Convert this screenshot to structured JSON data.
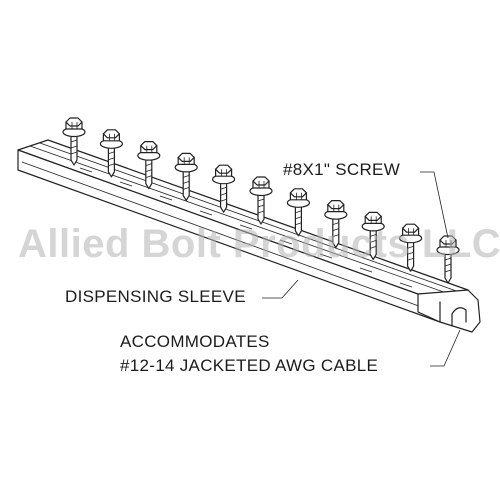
{
  "labels": {
    "screw": "#8X1\" SCREW",
    "sleeve": "DISPENSING SLEEVE",
    "cable_line1": "ACCOMMODATES",
    "cable_line2": "#12-14 JACKETED AWG CABLE"
  },
  "watermark": "Allied Bolt Products LLC",
  "screw_count": 11,
  "colors": {
    "ink": "#222222",
    "watermark": "#b3b3b3",
    "background": "#ffffff"
  }
}
